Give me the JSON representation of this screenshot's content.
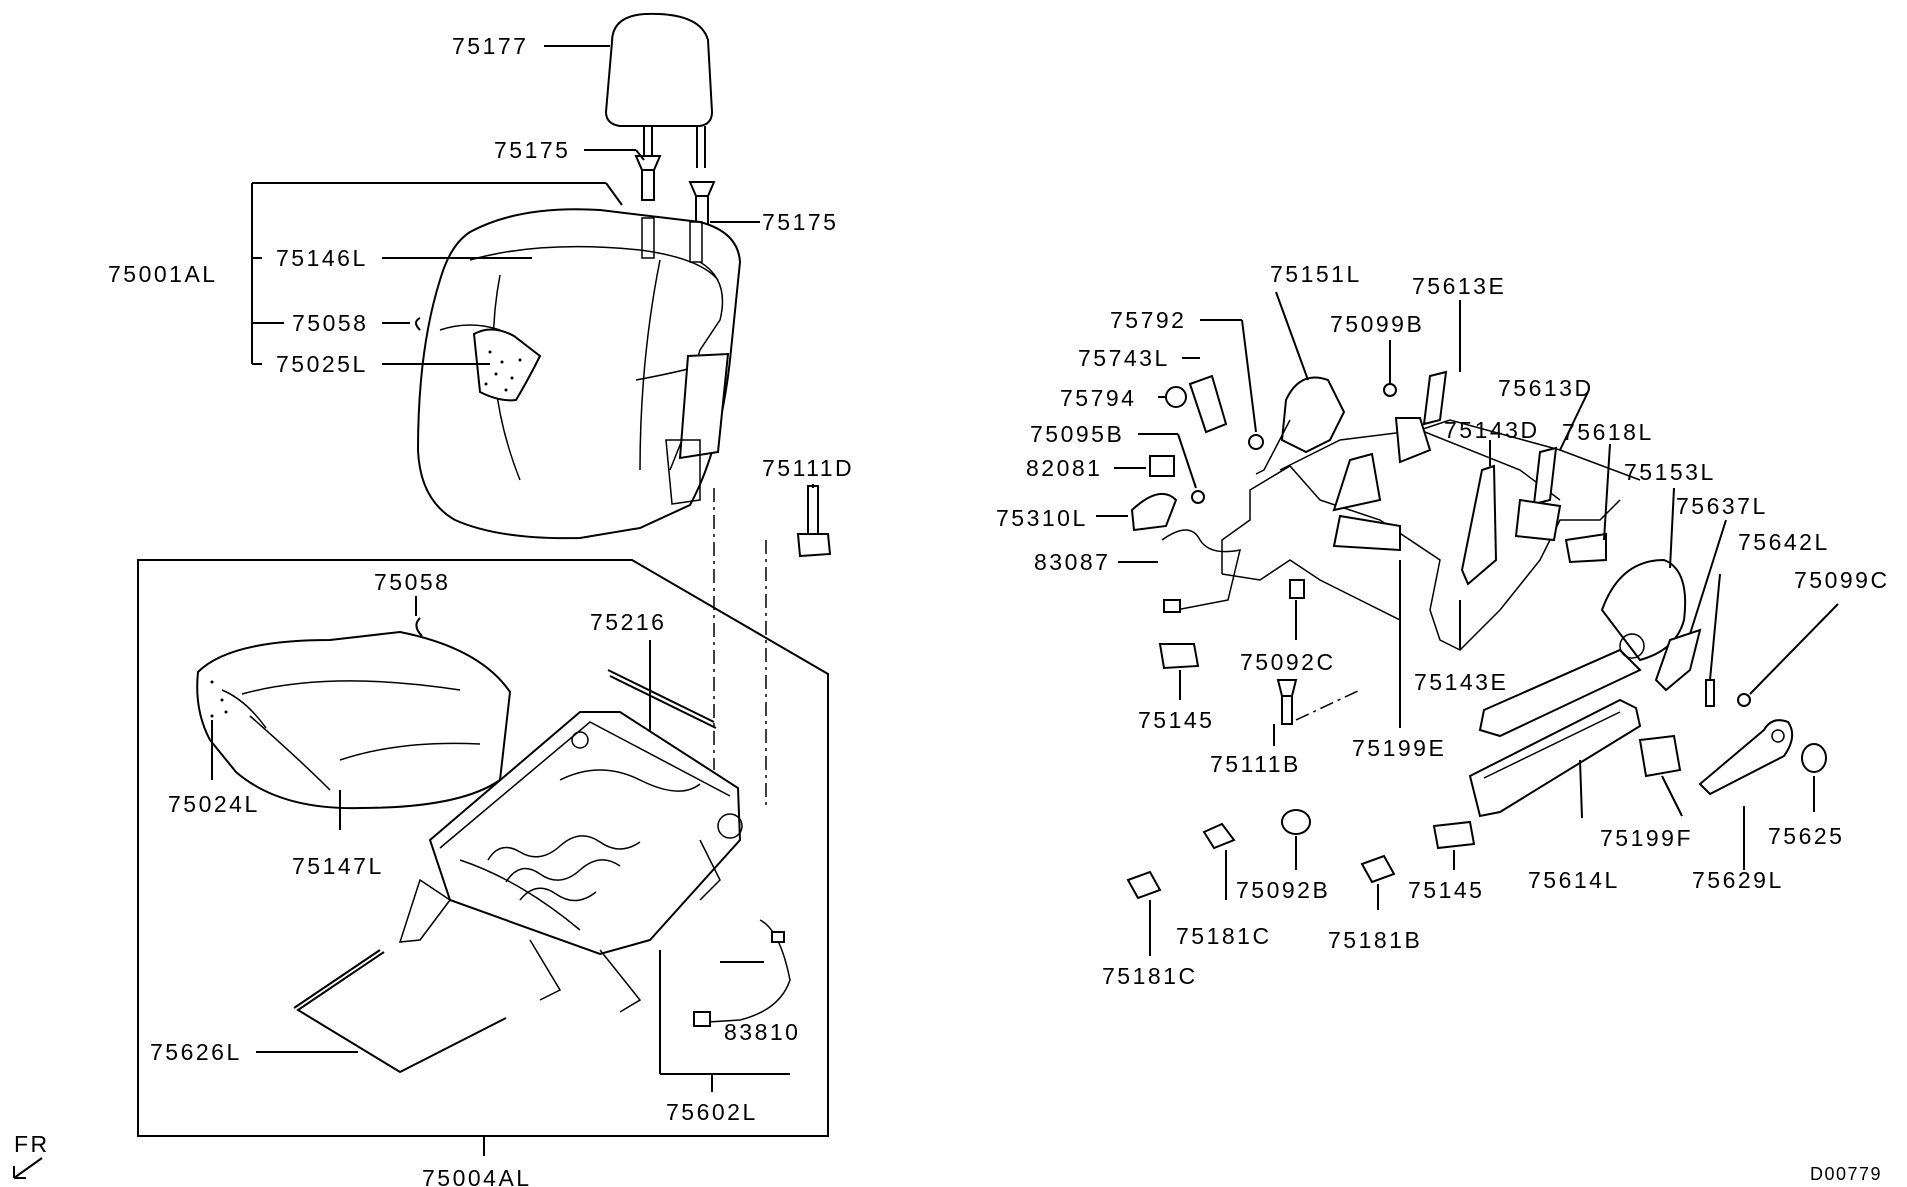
{
  "diagram": {
    "callouts": [
      {
        "id": "c-75177",
        "text": "75177"
      },
      {
        "id": "c-75175-a",
        "text": "75175"
      },
      {
        "id": "c-75175-b",
        "text": "75175"
      },
      {
        "id": "c-75001AL",
        "text": "75001AL"
      },
      {
        "id": "c-75146L",
        "text": "75146L"
      },
      {
        "id": "c-75058-a",
        "text": "75058"
      },
      {
        "id": "c-75025L",
        "text": "75025L"
      },
      {
        "id": "c-75111D",
        "text": "75111D"
      },
      {
        "id": "c-75058-b",
        "text": "75058"
      },
      {
        "id": "c-75216",
        "text": "75216"
      },
      {
        "id": "c-75024L",
        "text": "75024L"
      },
      {
        "id": "c-75147L",
        "text": "75147L"
      },
      {
        "id": "c-75626L",
        "text": "75626L"
      },
      {
        "id": "c-83810",
        "text": "83810"
      },
      {
        "id": "c-75602L",
        "text": "75602L"
      },
      {
        "id": "c-75004AL",
        "text": "75004AL"
      },
      {
        "id": "c-75151L",
        "text": "75151L"
      },
      {
        "id": "c-75613E",
        "text": "75613E"
      },
      {
        "id": "c-75792",
        "text": "75792"
      },
      {
        "id": "c-75099B",
        "text": "75099B"
      },
      {
        "id": "c-75743L",
        "text": "75743L"
      },
      {
        "id": "c-75794",
        "text": "75794"
      },
      {
        "id": "c-75613D",
        "text": "75613D"
      },
      {
        "id": "c-75095B",
        "text": "75095B"
      },
      {
        "id": "c-75143D",
        "text": "75143D"
      },
      {
        "id": "c-75618L",
        "text": "75618L"
      },
      {
        "id": "c-82081",
        "text": "82081"
      },
      {
        "id": "c-75153L",
        "text": "75153L"
      },
      {
        "id": "c-75637L",
        "text": "75637L"
      },
      {
        "id": "c-75310L",
        "text": "75310L"
      },
      {
        "id": "c-75642L",
        "text": "75642L"
      },
      {
        "id": "c-83087",
        "text": "83087"
      },
      {
        "id": "c-75099C",
        "text": "75099C"
      },
      {
        "id": "c-75092C",
        "text": "75092C"
      },
      {
        "id": "c-75143E",
        "text": "75143E"
      },
      {
        "id": "c-75145-a",
        "text": "75145"
      },
      {
        "id": "c-75199E",
        "text": "75199E"
      },
      {
        "id": "c-75111B",
        "text": "75111B"
      },
      {
        "id": "c-75199F",
        "text": "75199F"
      },
      {
        "id": "c-75625",
        "text": "75625"
      },
      {
        "id": "c-75092B",
        "text": "75092B"
      },
      {
        "id": "c-75145-b",
        "text": "75145"
      },
      {
        "id": "c-75614L",
        "text": "75614L"
      },
      {
        "id": "c-75629L",
        "text": "75629L"
      },
      {
        "id": "c-75181C-a",
        "text": "75181C"
      },
      {
        "id": "c-75181B",
        "text": "75181B"
      },
      {
        "id": "c-75181C-b",
        "text": "75181C"
      }
    ],
    "direction_label": "FR",
    "figure_code": "D00779"
  }
}
